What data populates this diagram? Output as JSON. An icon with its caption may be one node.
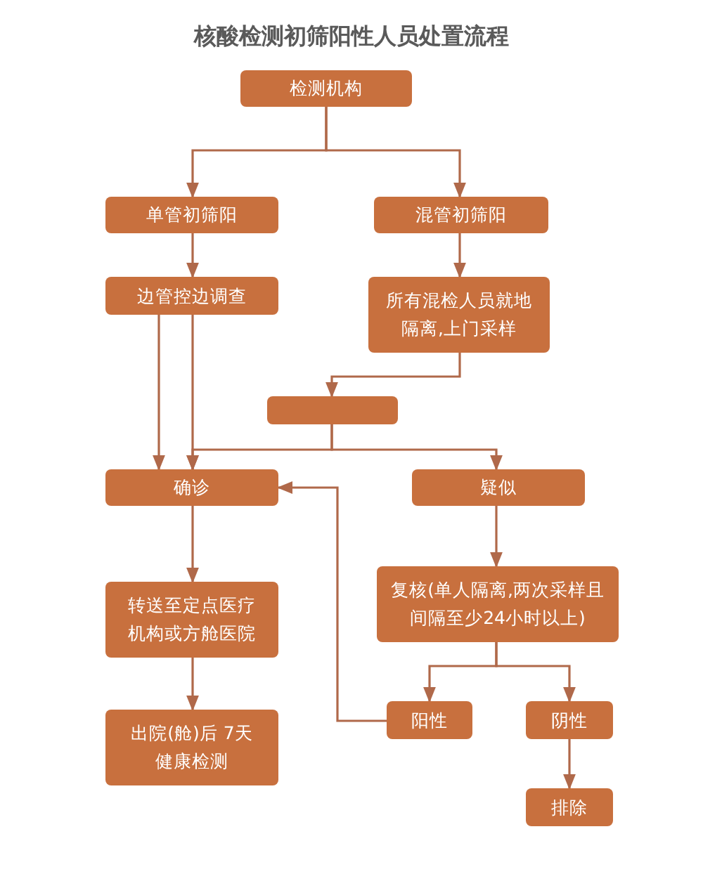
{
  "diagram": {
    "title": "核酸检测初筛阳性人员处置流程",
    "nodes": [
      {
        "text": [
          "检测机构"
        ]
      },
      {
        "text": [
          "单管初筛阳"
        ]
      },
      {
        "text": [
          "混管初筛阳"
        ]
      },
      {
        "text": [
          "边管控边调查"
        ]
      },
      {
        "text": [
          "所有混检人员就地隔离,上门采样"
        ]
      },
      {
        "text": [],
        "shape": "box"
      },
      {
        "text": [
          "确诊"
        ]
      },
      {
        "text": [
          "疑似"
        ]
      },
      {
        "text": [
          "转送至定点医疗机构或方舱医院"
        ]
      },
      {
        "text": [
          "出院(舱)后 7天健康检测"
        ]
      },
      {
        "text": [
          "复核(单人隔离,两次采样且间隔至少24小时以上)"
        ]
      },
      {
        "text": [
          "阳性"
        ]
      },
      {
        "text": [
          "阴性"
        ]
      },
      {
        "text": [
          "排除"
        ]
      }
    ],
    "edges": [
      {
        "from": 0,
        "to": 1,
        "arrow": "to"
      },
      {
        "from": 0,
        "to": 2,
        "arrow": "to"
      },
      {
        "from": 1,
        "to": 3,
        "arrow": "to"
      },
      {
        "from": 2,
        "to": 4,
        "arrow": "to"
      },
      {
        "from": 3,
        "to": 6,
        "arrow": "to"
      },
      {
        "from": 3,
        "to": 6,
        "arrow": "to"
      },
      {
        "from": 4,
        "to": 5,
        "arrow": "to"
      },
      {
        "from": 5,
        "to": 6,
        "arrow": "to"
      },
      {
        "from": 5,
        "to": 7,
        "arrow": "to"
      },
      {
        "from": 6,
        "to": 8,
        "arrow": "to"
      },
      {
        "from": 8,
        "to": 9,
        "arrow": "to"
      },
      {
        "from": 7,
        "to": 10,
        "arrow": "to"
      },
      {
        "from": 10,
        "to": 11,
        "arrow": "to"
      },
      {
        "from": 10,
        "to": 12,
        "arrow": "to"
      },
      {
        "from": 11,
        "to": 6,
        "arrow": "to"
      },
      {
        "from": 12,
        "to": 13,
        "arrow": "to"
      }
    ]
  }
}
